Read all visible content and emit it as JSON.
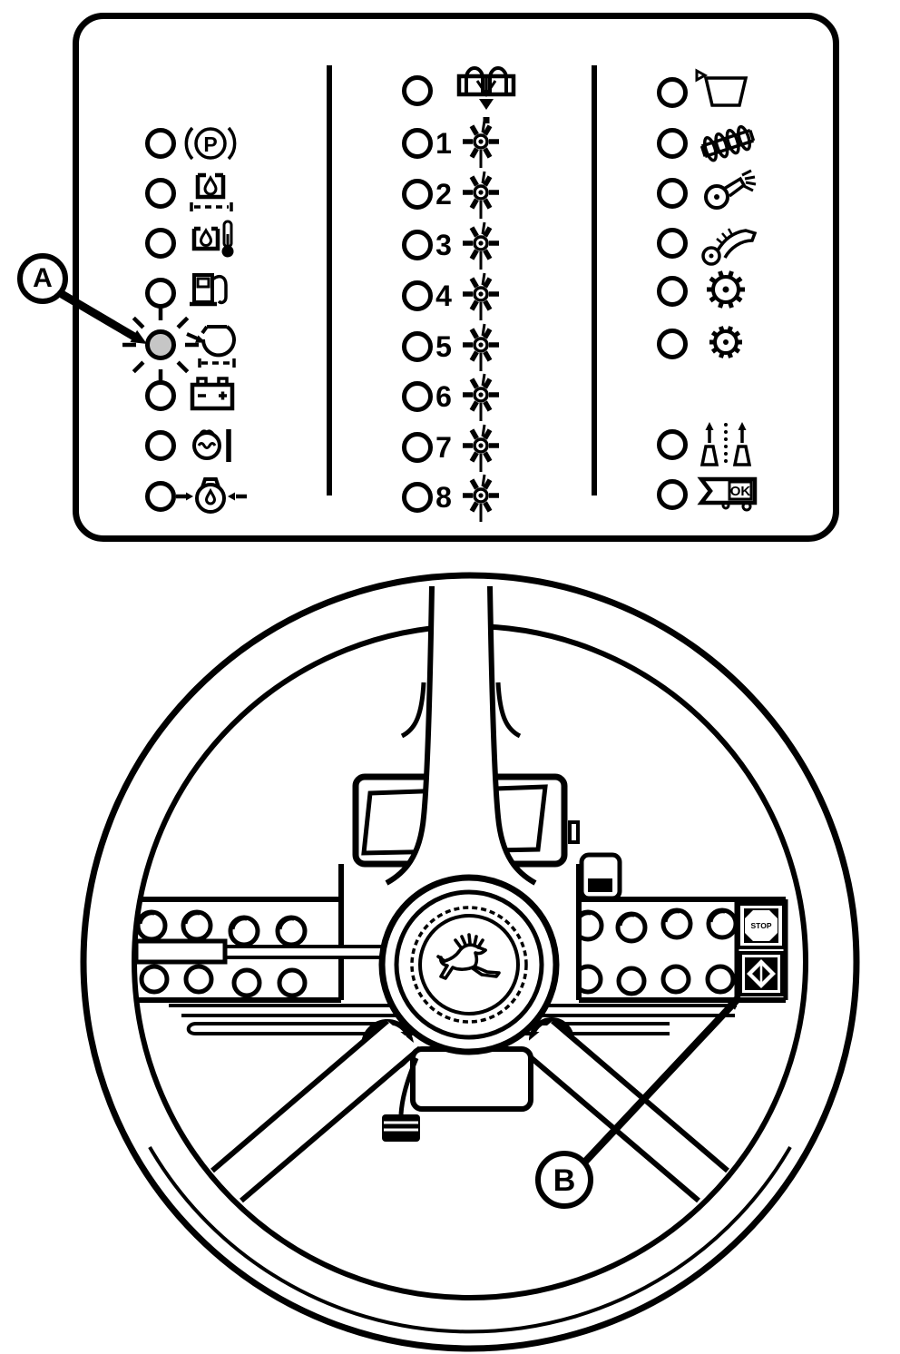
{
  "colors": {
    "ink": "#000000",
    "background": "#ffffff",
    "active_lamp_fill": "#c6c6c6"
  },
  "indicator_panel": {
    "left_column": {
      "rows": [
        {
          "icon": "parking-brake-icon",
          "glyph": "P"
        },
        {
          "icon": "hydraulic-oil-level-icon"
        },
        {
          "icon": "hydraulic-oil-temperature-icon"
        },
        {
          "icon": "fuel-icon"
        },
        {
          "icon": "air-restriction-icon",
          "state": "highlighted"
        },
        {
          "icon": "battery-charge-icon"
        },
        {
          "icon": "coolant-temperature-icon"
        },
        {
          "icon": "engine-oil-pressure-icon"
        }
      ]
    },
    "middle_column": {
      "header": {
        "icon": "seed-distribution-icon"
      },
      "rows": [
        {
          "number": "1",
          "icon": "row-unit-meter-icon"
        },
        {
          "number": "2",
          "icon": "row-unit-meter-icon"
        },
        {
          "number": "3",
          "icon": "row-unit-meter-icon"
        },
        {
          "number": "4",
          "icon": "row-unit-meter-icon"
        },
        {
          "number": "5",
          "icon": "row-unit-meter-icon"
        },
        {
          "number": "6",
          "icon": "row-unit-meter-icon"
        },
        {
          "number": "7",
          "icon": "row-unit-meter-icon"
        },
        {
          "number": "8",
          "icon": "row-unit-meter-icon"
        }
      ]
    },
    "right_column": {
      "rows": [
        {
          "icon": "seed-hopper-icon"
        },
        {
          "icon": "auger-icon"
        },
        {
          "icon": "meter-roller-icon"
        },
        {
          "icon": "delivery-hose-icon"
        },
        {
          "icon": "drive-gear-large-icon"
        },
        {
          "icon": "drive-gear-small-icon"
        },
        {
          "icon": "fan-air-flow-icon"
        },
        {
          "icon": "implement-ready-icon",
          "glyph": "OK"
        }
      ]
    }
  },
  "callouts": {
    "a": {
      "label": "A",
      "points_to": "air-restriction-lamp"
    },
    "b": {
      "label": "B",
      "points_to": "diamond-switch-button"
    }
  },
  "steering_console": {
    "stop_button": {
      "label": "STOP"
    }
  }
}
